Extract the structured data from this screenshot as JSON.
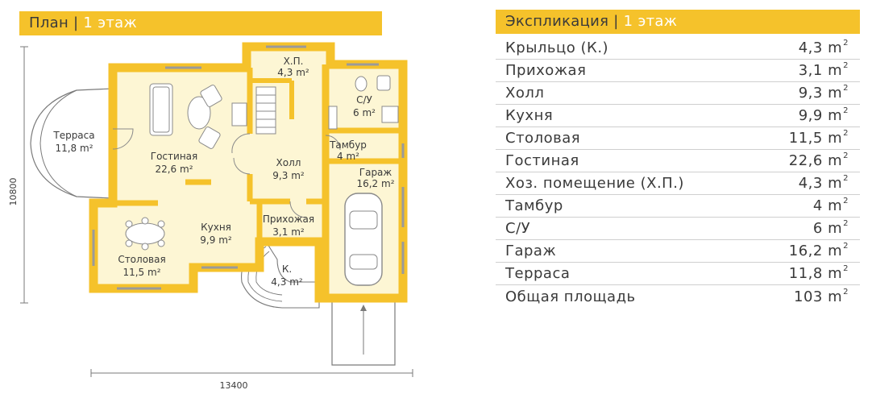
{
  "plan_header": {
    "title": "План",
    "separator": "|",
    "floor": "1 этаж"
  },
  "explication_header": {
    "title": "Экспликация",
    "separator": "|",
    "floor": "1 этаж"
  },
  "explication": [
    {
      "name": "Крыльцо (К.)",
      "value": "4,3 m",
      "unit_sup": "2"
    },
    {
      "name": "Прихожая",
      "value": "3,1 m",
      "unit_sup": "2"
    },
    {
      "name": "Холл",
      "value": "9,3 m",
      "unit_sup": "2"
    },
    {
      "name": "Кухня",
      "value": "9,9 m",
      "unit_sup": "2"
    },
    {
      "name": "Столовая",
      "value": "11,5 m",
      "unit_sup": "2"
    },
    {
      "name": "Гостиная",
      "value": "22,6 m",
      "unit_sup": "2"
    },
    {
      "name": "Хоз. помещение (Х.П.)",
      "value": "4,3 m",
      "unit_sup": "2"
    },
    {
      "name": "Тамбур",
      "value": "4 m",
      "unit_sup": "2"
    },
    {
      "name": "С/У",
      "value": "6 m",
      "unit_sup": "2"
    },
    {
      "name": "Гараж",
      "value": "16,2 m",
      "unit_sup": "2"
    },
    {
      "name": "Терраса",
      "value": "11,8 m",
      "unit_sup": "2"
    },
    {
      "name": "Общая площадь",
      "value": "103 m",
      "unit_sup": "2"
    }
  ],
  "plan": {
    "dim_vertical": "10800",
    "dim_horizontal": "13400",
    "rooms": {
      "terrace": {
        "name": "Терраса",
        "area": "11,8 m²"
      },
      "living": {
        "name": "Гостиная",
        "area": "22,6 m²"
      },
      "utility": {
        "name": "Х.П.",
        "area": "4,3 m²"
      },
      "bath": {
        "name": "С/У",
        "area": "6 m²"
      },
      "hall": {
        "name": "Холл",
        "area": "9,3 m²"
      },
      "vestibule": {
        "name": "Тамбур",
        "area": "4 m²"
      },
      "garage": {
        "name": "Гараж",
        "area": "16,2 m²"
      },
      "entry": {
        "name": "Прихожая",
        "area": "3,1 m²"
      },
      "kitchen": {
        "name": "Кухня",
        "area": "9,9 m²"
      },
      "dining": {
        "name": "Столовая",
        "area": "11,5 m²"
      },
      "porch": {
        "name": "К.",
        "area": "4,3 m²"
      }
    }
  },
  "colors": {
    "accent": "#f5c22b",
    "wall": "#f5c22b",
    "floor": "#fdf6d4",
    "text": "#3a3a3a"
  }
}
